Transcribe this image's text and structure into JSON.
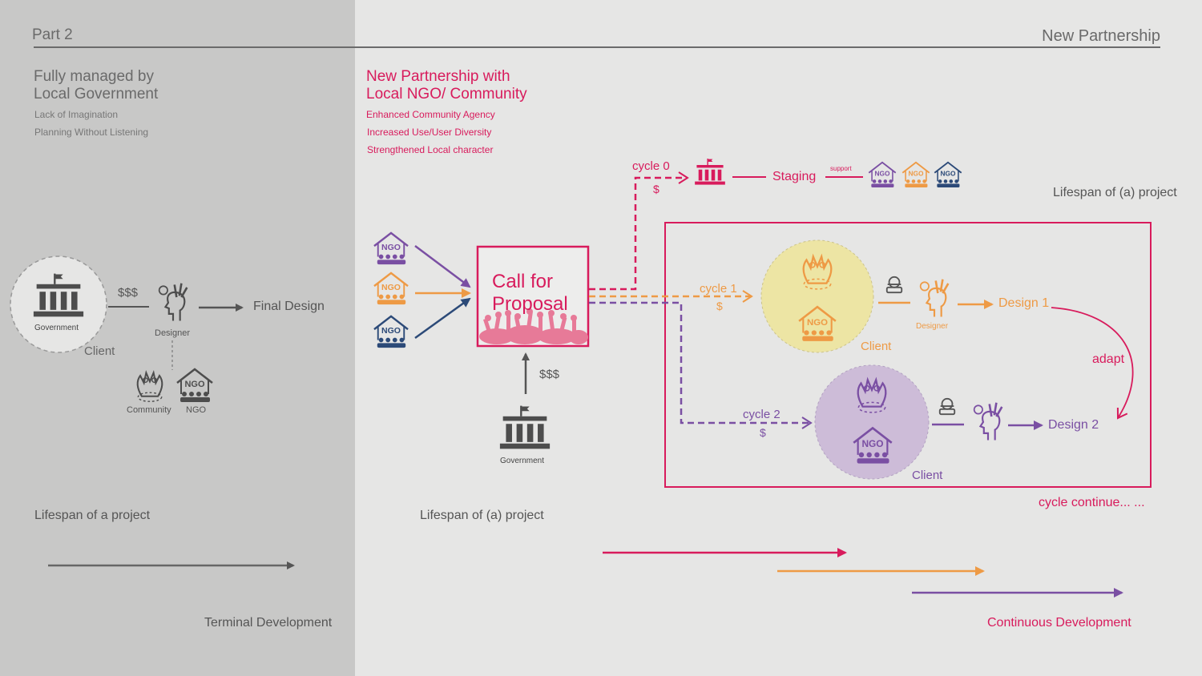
{
  "header": {
    "part": "Part 2",
    "section": "New Partnership"
  },
  "left": {
    "heading_line1": "Fully managed by",
    "heading_line2": "Local Government",
    "sub1": "Lack of Imagination",
    "sub2": "Planning Without Listening",
    "government_label": "Government",
    "client_label": "Client",
    "money": "$$$",
    "designer_label": "Designer",
    "final_design": "Final Design",
    "community_label": "Community",
    "ngo_label": "NGO",
    "lifespan": "Lifespan of a project",
    "terminal": "Terminal Development"
  },
  "right": {
    "heading_line1": "New Partnership with",
    "heading_line2": "Local NGO/ Community",
    "benefit1": "Enhanced Community Agency",
    "benefit2": "Increased Use/User Diversity",
    "benefit3": "Strengthened Local character",
    "cycle0": "cycle 0",
    "cycle0_money": "$",
    "staging": "Staging",
    "support": "support",
    "lifespan_right": "Lifespan of (a) project",
    "call_line1": "Call  for",
    "call_line2": "Proposal",
    "gov_money": "$$$",
    "government_label": "Government",
    "lifespan_center": "Lifespan of (a) project",
    "cycle1": "cycle 1",
    "cycle1_money": "$",
    "client1": "Client",
    "designer_label": "Designer",
    "design1": "Design 1",
    "adapt": "adapt",
    "cycle2": "cycle 2",
    "cycle2_money": "$",
    "client2": "Client",
    "design2": "Design 2",
    "cycle_continue": "cycle continue... ...",
    "continuous": "Continuous Development",
    "ngo_text": "NGO"
  },
  "colors": {
    "crimson": "#d81b5c",
    "orange": "#ee9a45",
    "purple": "#7a4fa3",
    "navy": "#2c4a78",
    "gray": "#5a5a5a",
    "pink": "#e77a98",
    "yellow_circle": "#ede5a4",
    "lavender_circle": "#cdbcd8"
  }
}
